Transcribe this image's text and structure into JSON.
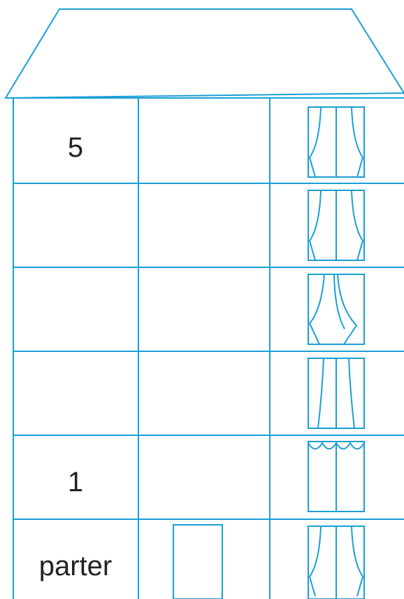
{
  "accent_color": "#1a9fd6",
  "floors": [
    {
      "label": "5",
      "window": "curtains-open"
    },
    {
      "label": "",
      "window": "curtains-open"
    },
    {
      "label": "",
      "window": "curtains-tied-left"
    },
    {
      "label": "",
      "window": "curtains-straight"
    },
    {
      "label": "1",
      "window": "valance-scallop"
    },
    {
      "label": "parter",
      "window": "curtains-open"
    }
  ],
  "ground_floor_feature": "door"
}
